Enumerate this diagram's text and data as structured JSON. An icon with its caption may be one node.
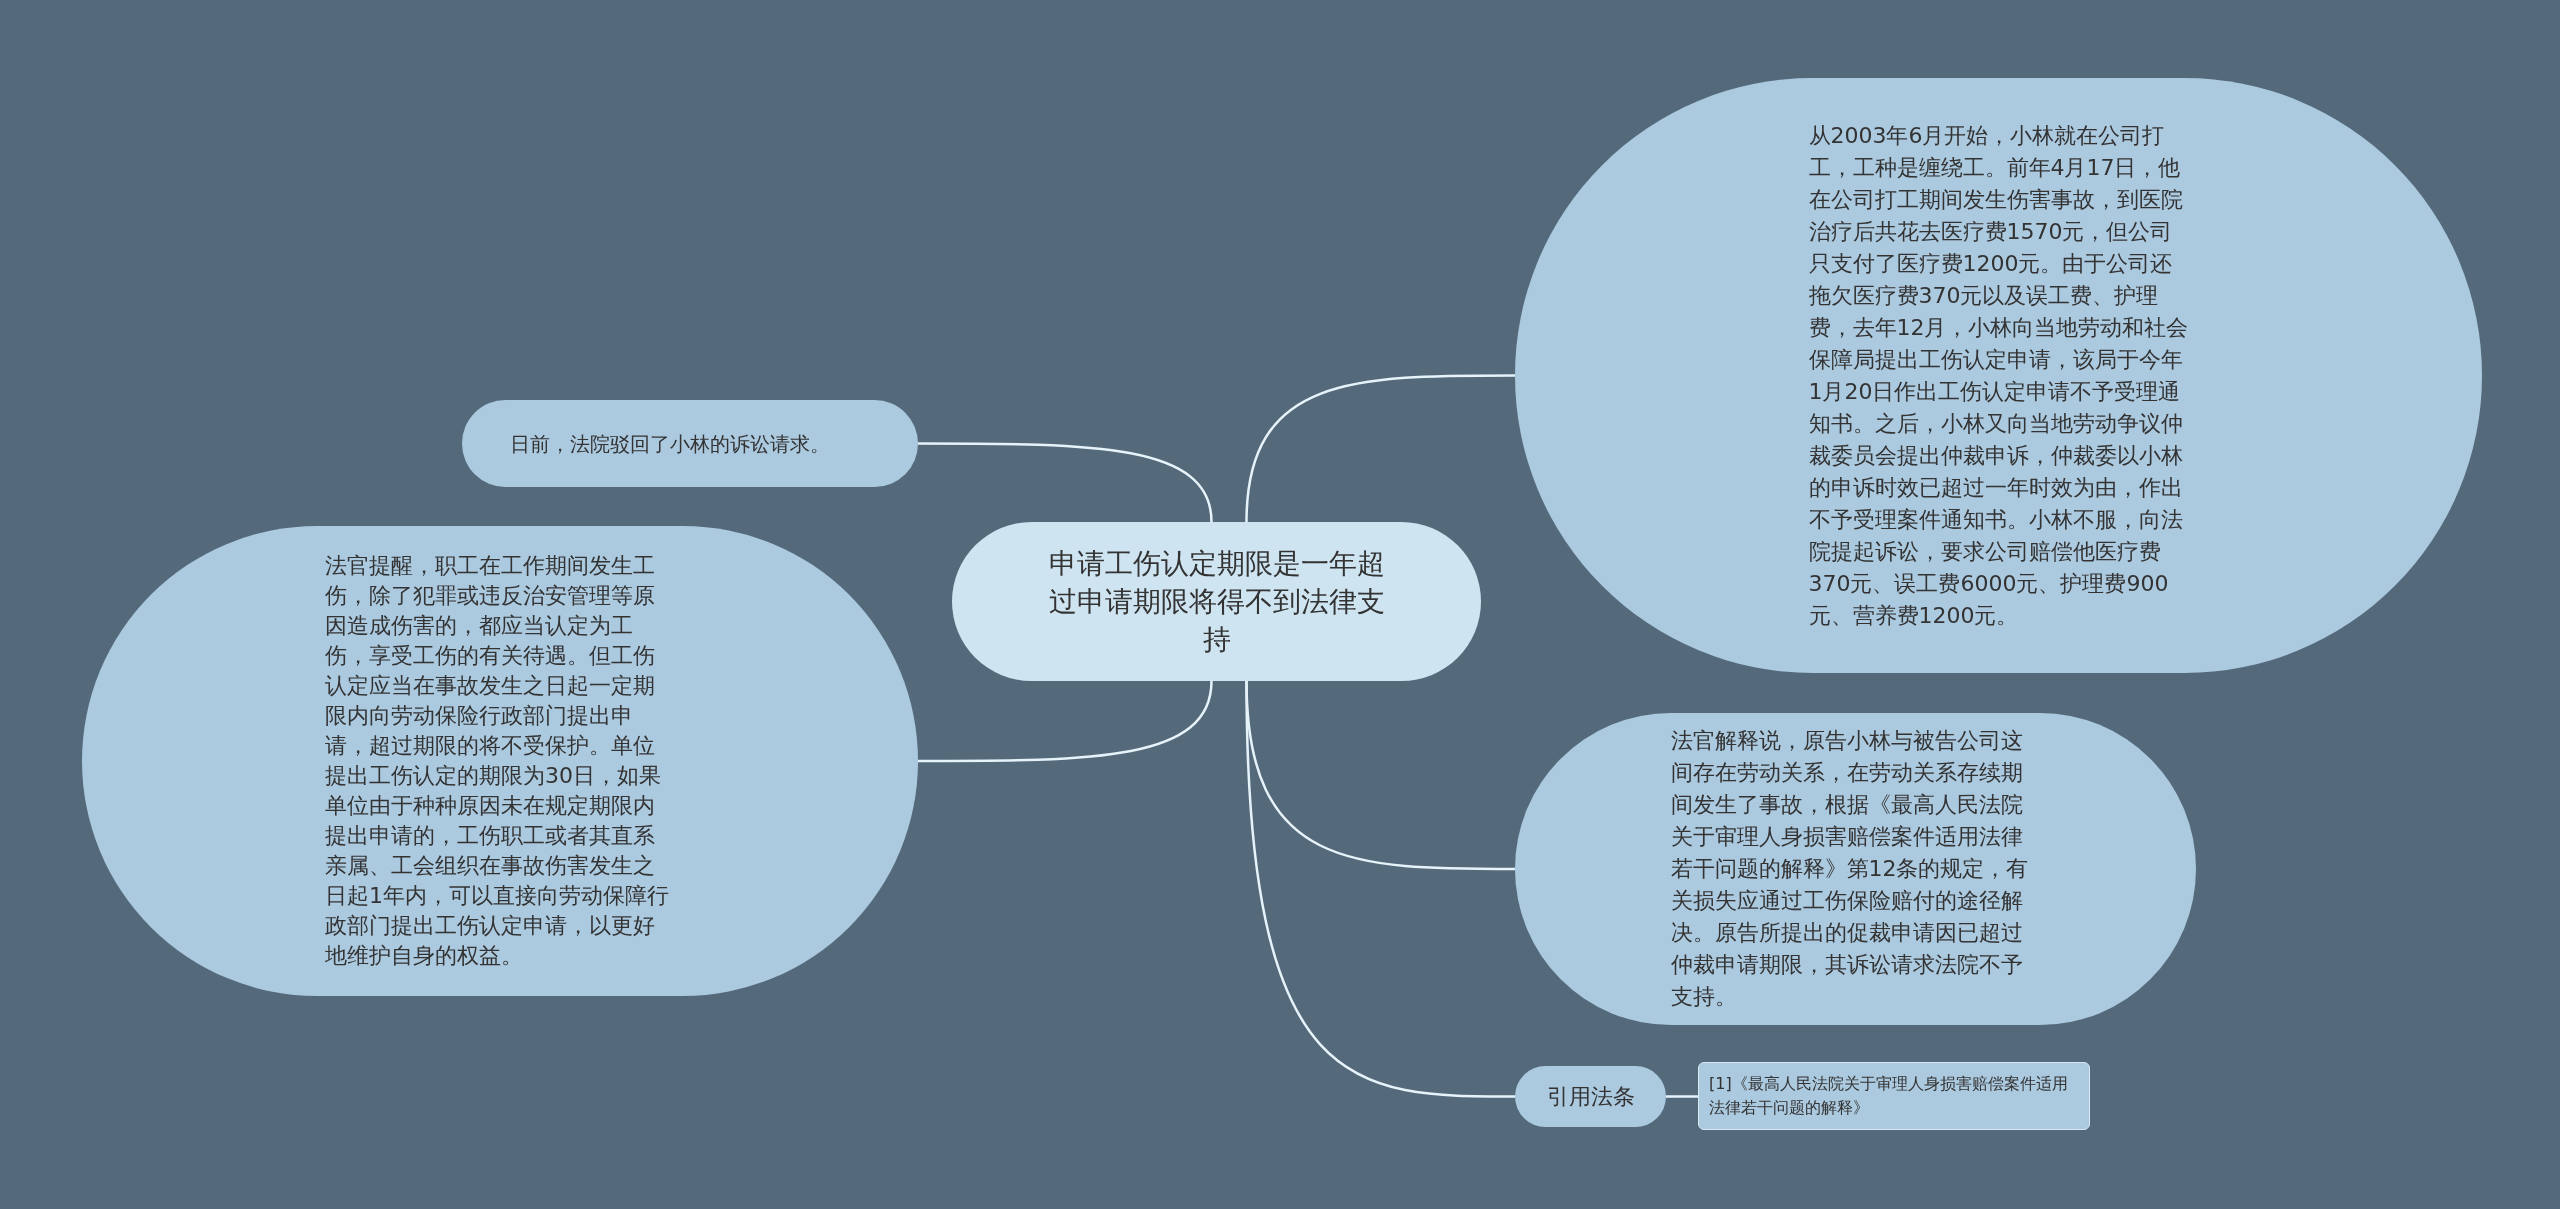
{
  "diagram": {
    "nodes": [
      {
        "text": [
          "申请工伤认定期限是一年超过申请期限将得不到法律支持"
        ]
      },
      {
        "text": [
          "日前，法院驳回了小林的诉讼请求。"
        ]
      },
      {
        "text": [
          "法官提醒，职工在工作期间发生工伤，除了犯罪或违反治安管理等原因造成伤害的，都应当认定为工伤，享受工伤的有关待遇。但工伤认定应当在事故发生之日起一定期限内向劳动保险行政部门提出申请，超过期限的将不受保护。单位提出工伤认定的期限为30日，如果单位由于种种原因未在规定期限内提出申请的，工伤职工或者其直系亲属、工会组织在事故伤害发生之日起1年内，可以直接向劳动保障行政部门提出工伤认定申请，以更好地维护自身的权益。"
        ]
      },
      {
        "text": [
          "从2003年6月开始，小林就在公司打工，工种是缠绕工。前年4月17日，他在公司打工期间发生伤害事故，到医院治疗后共花去医疗费1570元，但公司只支付了医疗费1200元。由于公司还拖欠医疗费370元以及误工费、护理费，去年12月，小林向当地劳动和社会保障局提出工伤认定申请，该局于今年1月20日作出工伤认定申请不予受理通知书。之后，小林又向当地劳动争议仲裁委员会提出仲裁申诉，仲裁委以小林的申诉时效已超过一年时效为由，作出不予受理案件通知书。小林不服，向法院提起诉讼，要求公司赔偿他医疗费370元、误工费6000元、护理费900元、营养费1200元。"
        ]
      },
      {
        "text": [
          "法官解释说，原告小林与被告公司这间存在劳动关系，在劳动关系存续期间发生了事故，根据《最高人民法院关于审理人身损害赔偿案件适用法律若干问题的解释》第12条的规定，有关损失应通过工伤保险赔付的途径解决。原告所提出的促裁申请因已超过仲裁申请期限，其诉讼请求法院不予支持。"
        ]
      },
      {
        "text": [
          "引用法条"
        ]
      },
      {
        "text": [
          "[1]《最高人民法院关于审理人身损害赔偿案件适用法律若干问题的解释》"
        ]
      }
    ],
    "edges": [
      {
        "from": 0,
        "to": 1,
        "arrow": "none"
      },
      {
        "from": 0,
        "to": 2,
        "arrow": "none"
      },
      {
        "from": 0,
        "to": 3,
        "arrow": "none"
      },
      {
        "from": 0,
        "to": 4,
        "arrow": "none"
      },
      {
        "from": 0,
        "to": 5,
        "arrow": "none"
      },
      {
        "from": 5,
        "to": 6,
        "arrow": "none"
      }
    ]
  }
}
